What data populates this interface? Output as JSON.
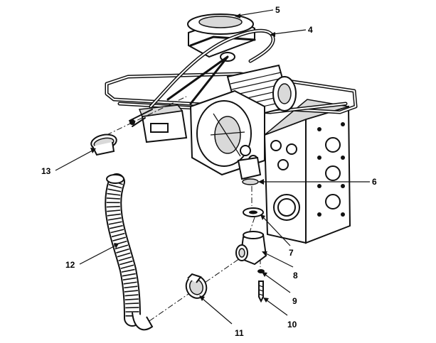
{
  "figure": {
    "callouts": [
      {
        "id": "c5",
        "label": "5"
      },
      {
        "id": "c4",
        "label": "4"
      },
      {
        "id": "c6",
        "label": "6"
      },
      {
        "id": "c7",
        "label": "7"
      },
      {
        "id": "c8",
        "label": "8"
      },
      {
        "id": "c9",
        "label": "9"
      },
      {
        "id": "c10",
        "label": "10"
      },
      {
        "id": "c11",
        "label": "11"
      },
      {
        "id": "c12",
        "label": "12"
      },
      {
        "id": "c13",
        "label": "13"
      }
    ]
  }
}
